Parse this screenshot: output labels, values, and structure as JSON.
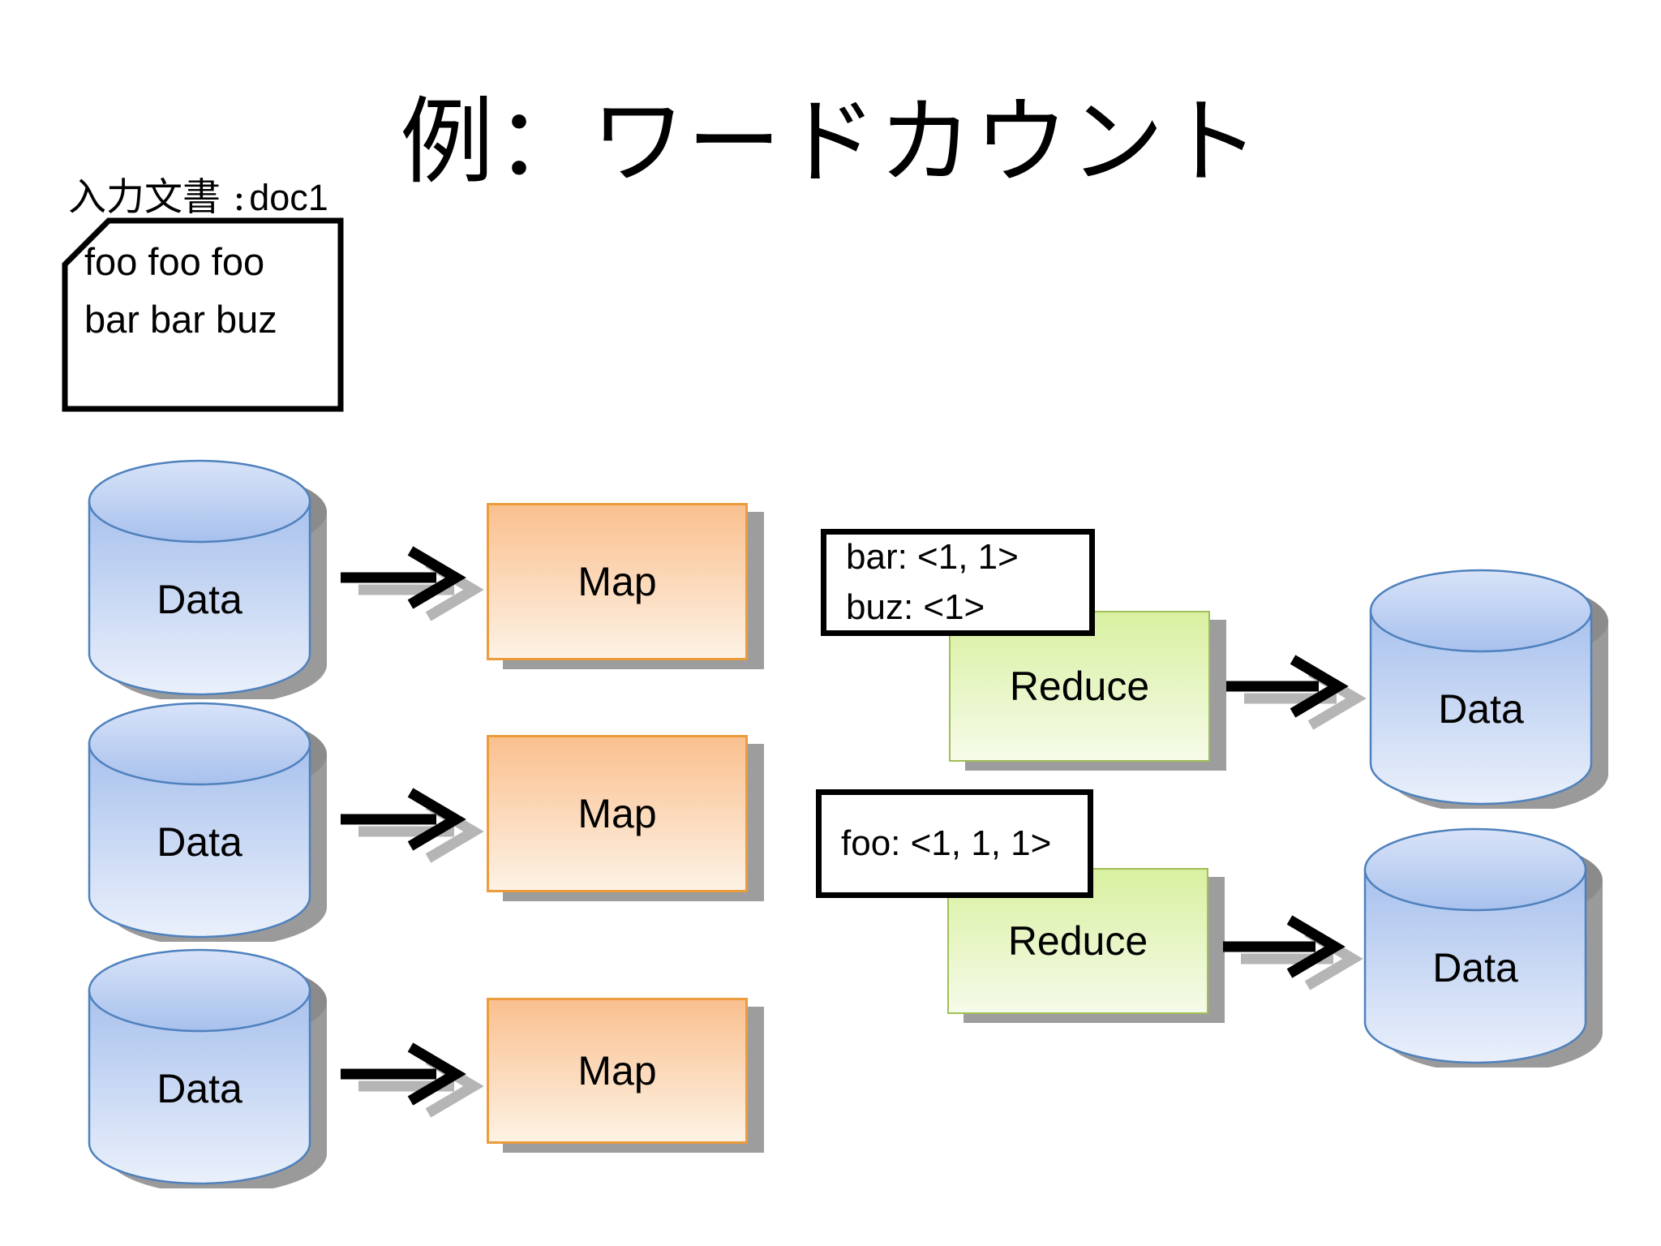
{
  "title": "例：ワードカウント",
  "input_doc": {
    "label_jp": "入力文書 :",
    "label_name": "doc1",
    "line1": "foo foo foo",
    "line2": "bar bar buz"
  },
  "pipeline": {
    "sources": [
      {
        "label": "Data"
      },
      {
        "label": "Data"
      },
      {
        "label": "Data"
      }
    ],
    "map_boxes": [
      {
        "label": "Map"
      },
      {
        "label": "Map"
      },
      {
        "label": "Map"
      }
    ],
    "intermediate_pairs": [
      {
        "lines": [
          "bar: <1, 1>",
          "buz: <1>"
        ]
      },
      {
        "lines": [
          "foo: <1, 1, 1>"
        ]
      }
    ],
    "reduce_boxes": [
      {
        "label": "Reduce"
      },
      {
        "label": "Reduce"
      }
    ],
    "outputs": [
      {
        "label": "Data"
      },
      {
        "label": "Data"
      }
    ]
  },
  "colors": {
    "background": "#ffffff",
    "cylinder_border": "#4f81bd",
    "cylinder_fill_top": "#a8c1ed",
    "cylinder_fill_bottom": "#eaf0fb",
    "cylinder_top_face_light": "#d8e3f8",
    "map_border": "#ec9c3d",
    "map_fill_top": "#fac08f",
    "map_fill_bottom": "#fdf2e4",
    "reduce_border": "#a0bf56",
    "reduce_fill_top": "#d9f0a0",
    "reduce_fill_bottom": "#f5fbe9",
    "callout_border": "#000000",
    "shadow": "#9d9d9d",
    "arrow": "#000000",
    "arrow_shadow": "#b5b5b5"
  }
}
